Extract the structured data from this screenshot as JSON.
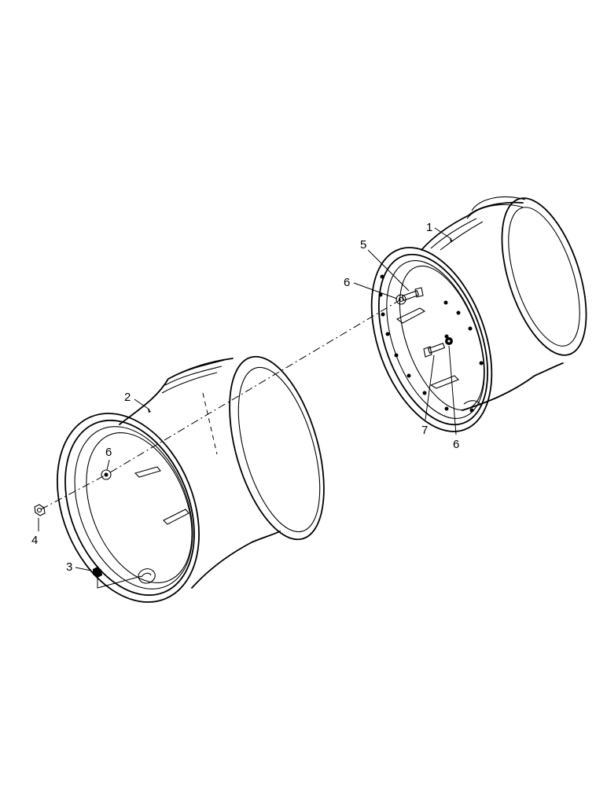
{
  "callouts": {
    "c1": "1",
    "c2": "2",
    "c3": "3",
    "c4": "4",
    "c5": "5",
    "c6a": "6",
    "c6b": "6",
    "c6c": "6",
    "c7": "7"
  }
}
